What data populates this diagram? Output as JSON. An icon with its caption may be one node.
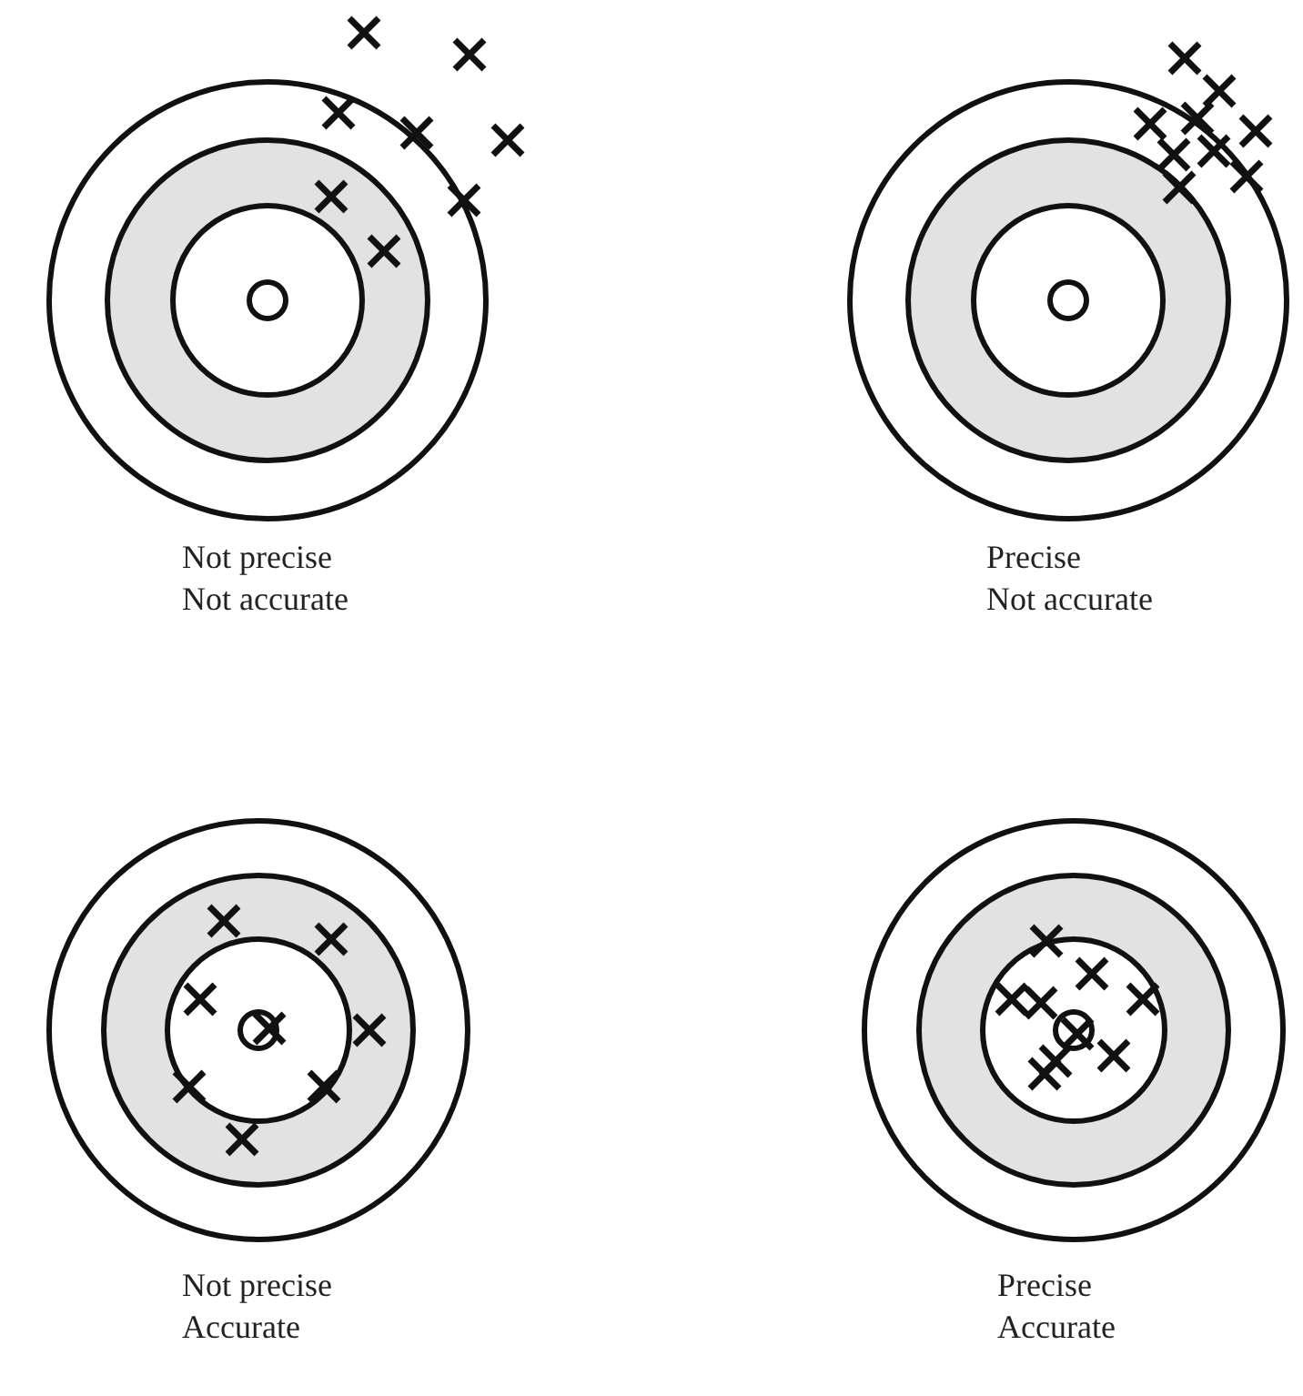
{
  "diagram": {
    "labels": [
      "Not precise",
      "Not accurate",
      "Precise",
      "Not accurate",
      "Not precise",
      "Accurate",
      "Precise",
      "Accurate"
    ]
  }
}
